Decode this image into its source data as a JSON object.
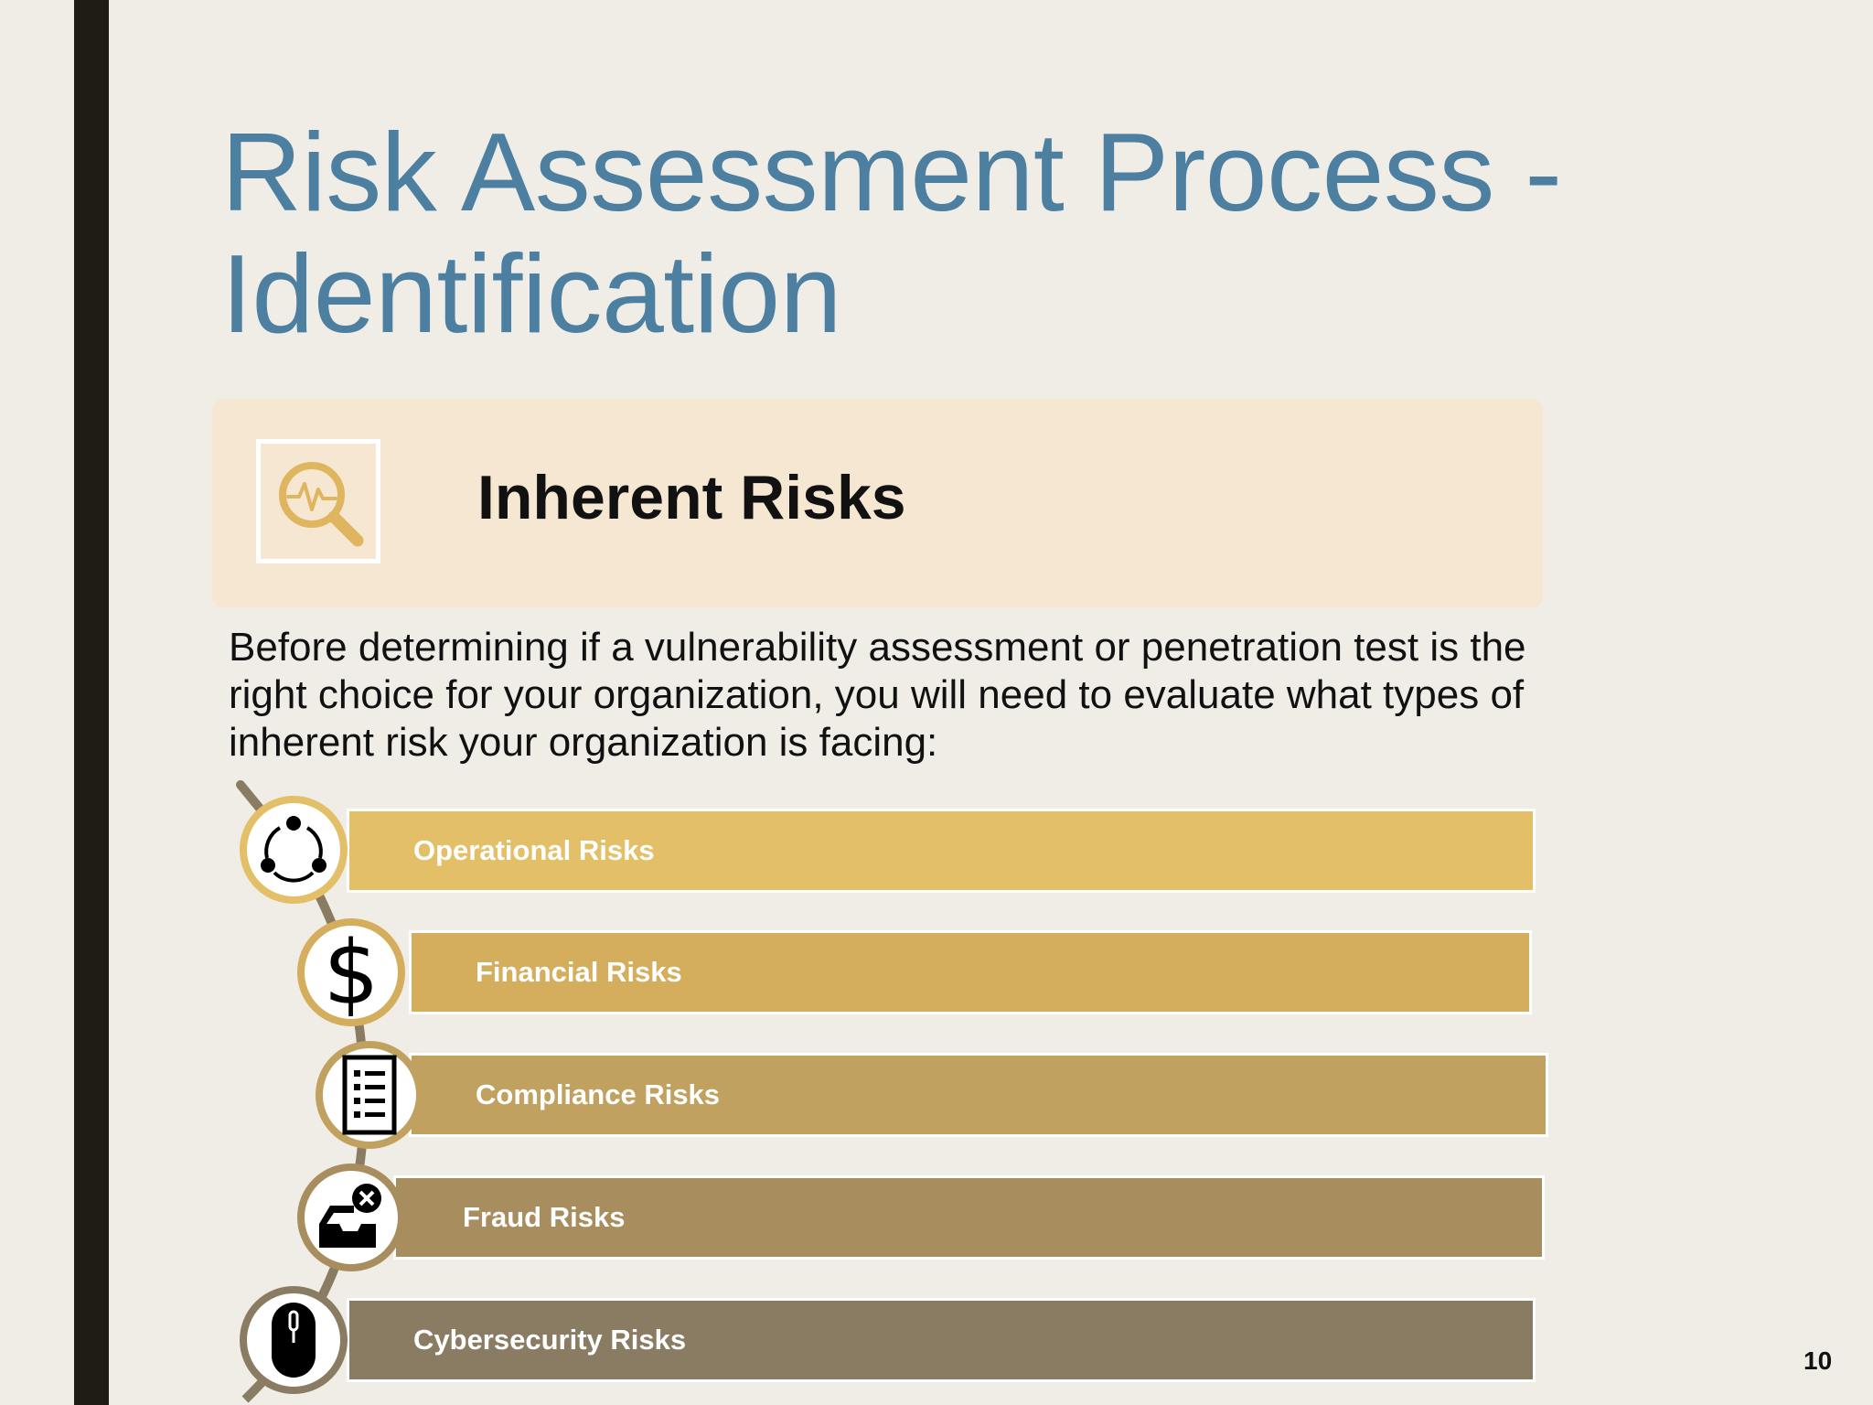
{
  "slide": {
    "title": "Risk Assessment Process - Identification",
    "header": {
      "title": "Inherent Risks",
      "icon": "magnifier-pulse-icon"
    },
    "body_text": "Before determining if a vulnerability assessment or penetration test is the right choice for your organization, you will need to evaluate what types of inherent risk your organization is facing:",
    "risks": [
      {
        "label": "Operational Risks",
        "icon": "network-cycle-icon",
        "color": "#e3bf68"
      },
      {
        "label": "Financial Risks",
        "icon": "dollar-icon",
        "color": "#d4ad5d"
      },
      {
        "label": "Compliance Risks",
        "icon": "checklist-icon",
        "color": "#c1a15f"
      },
      {
        "label": "Fraud Risks",
        "icon": "inbox-error-icon",
        "color": "#a88e5f"
      },
      {
        "label": "Cybersecurity Risks",
        "icon": "mouse-icon",
        "color": "#8a7c63"
      }
    ],
    "page_number": "10"
  }
}
